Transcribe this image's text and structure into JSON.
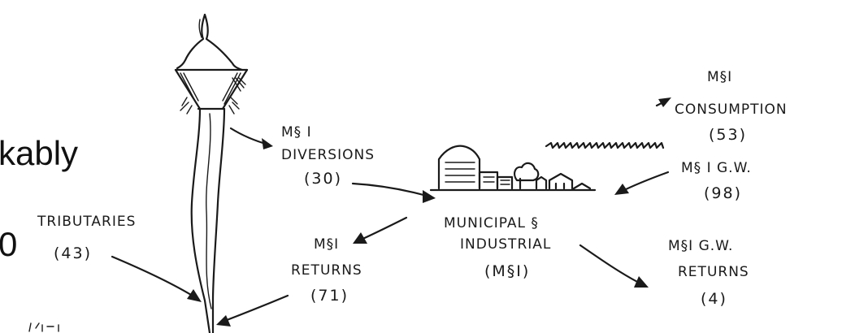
{
  "slide_text": {
    "line1": "kably",
    "line2": "0"
  },
  "diagram": {
    "tributaries": {
      "label": "TRIBUTARIES",
      "value": "(43)"
    },
    "mi_diversions": {
      "label1": "M§ I",
      "label2": "DIVERSIONS",
      "value": "(30)"
    },
    "mi_returns": {
      "label1": "M§I",
      "label2": "RETURNS",
      "value": "(71)"
    },
    "mi_center": {
      "label1": "MUNICIPAL §",
      "label2": "INDUSTRIAL",
      "label3": "(M§I)"
    },
    "mi_consumption": {
      "label1": "M§I",
      "label2": "CONSUMPTION",
      "value": "(53)"
    },
    "mi_gw": {
      "label": "M§ I  G.W.",
      "value": "(98)"
    },
    "mi_gw_returns": {
      "label1": "M§I G.W.",
      "label2": "RETURNS",
      "value": "(4)"
    }
  }
}
